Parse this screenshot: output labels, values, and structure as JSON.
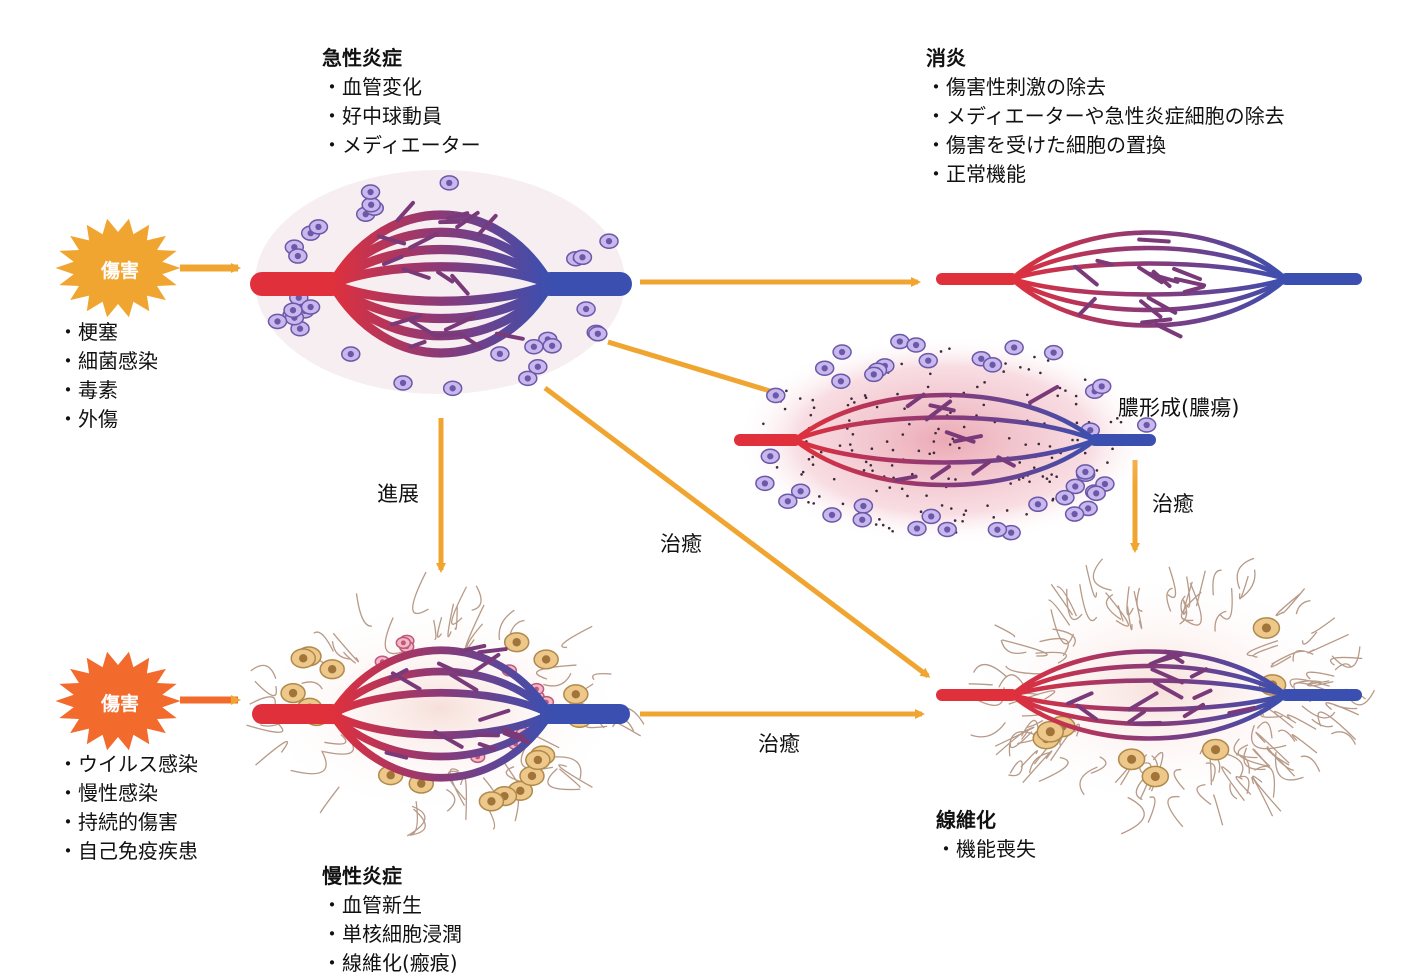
{
  "acute": {
    "title": "急性炎症",
    "items": [
      "血管変化",
      "好中球動員",
      "メディエーター"
    ]
  },
  "resolution": {
    "title": "消炎",
    "items": [
      "傷害性刺激の除去",
      "メディエーターや急性炎症細胞の除去",
      "傷害を受けた細胞の置換",
      "正常機能"
    ]
  },
  "injury_top": {
    "label": "傷害",
    "causes": [
      "梗塞",
      "細菌感染",
      "毒素",
      "外傷"
    ]
  },
  "injury_bottom": {
    "label": "傷害",
    "causes": [
      "ウイルス感染",
      "慢性感染",
      "持続的傷害",
      "自己免疫疾患"
    ]
  },
  "abscess": {
    "label": "膿形成(膿瘍)"
  },
  "chronic": {
    "title": "慢性炎症",
    "items": [
      "血管新生",
      "単核細胞浸潤",
      "線維化(瘢痕)"
    ]
  },
  "fibrosis": {
    "title": "線維化",
    "items": [
      "機能喪失"
    ]
  },
  "arrows": {
    "progression": "進展",
    "heal_diagonal": "治癒",
    "heal_abscess": "治癒",
    "heal_chronic": "治癒"
  },
  "colors": {
    "arrow": "#f0a531",
    "burst": "#f0a531",
    "artery": "#e0303c",
    "vein": "#3b4fb0",
    "cell": "#b9a8e0",
    "fibroblast": "#e8c27a"
  }
}
